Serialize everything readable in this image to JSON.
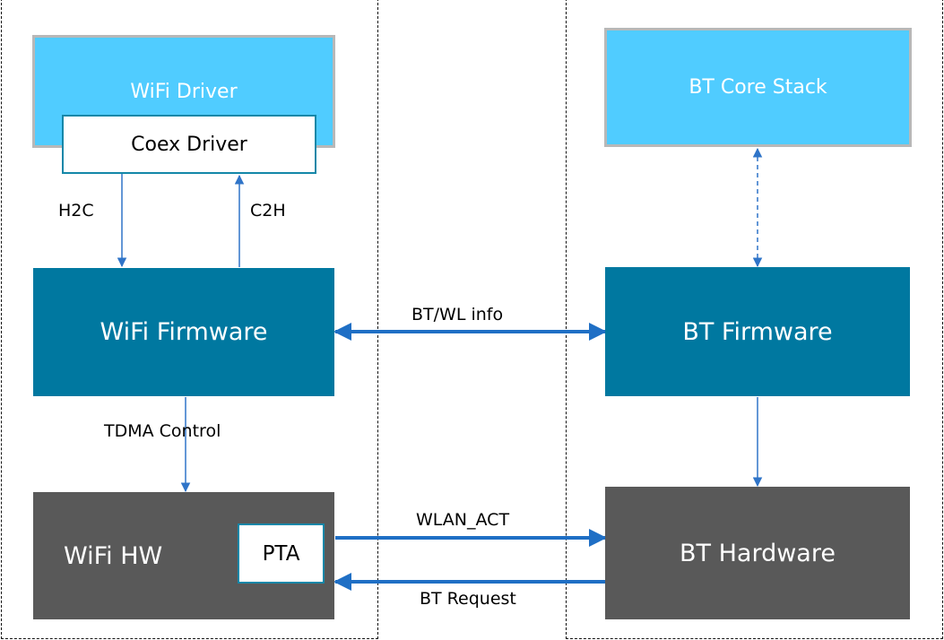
{
  "diagram": {
    "title": "",
    "regions": {
      "left": "",
      "right": ""
    },
    "boxes": {
      "wifi_driver": "WiFi Driver",
      "coex_driver": "Coex Driver",
      "wifi_firmware": "WiFi Firmware",
      "wifi_hw": "WiFi HW",
      "pta": "PTA",
      "bt_core_stack": "BT Core Stack",
      "bt_firmware": "BT Firmware",
      "bt_hardware": "BT Hardware"
    },
    "labels": {
      "h2c": "H2C",
      "c2h": "C2H",
      "tdma_control": "TDMA Control",
      "bt_wl_info": "BT/WL info",
      "wlan_act": "WLAN_ACT",
      "bt_request": "BT Request"
    },
    "colors": {
      "light_blue": "#50ccff",
      "firmware_blue": "#0078a0",
      "hardware_gray": "#595959",
      "arrow_blue": "#2f74c8"
    },
    "connections": [
      {
        "from": "coex_driver",
        "to": "wifi_firmware",
        "label": "H2C",
        "direction": "forward"
      },
      {
        "from": "wifi_firmware",
        "to": "coex_driver",
        "label": "C2H",
        "direction": "forward"
      },
      {
        "from": "wifi_firmware",
        "to": "bt_firmware",
        "label": "BT/WL info",
        "direction": "bidirectional"
      },
      {
        "from": "wifi_firmware",
        "to": "wifi_hw",
        "label": "TDMA Control",
        "direction": "forward"
      },
      {
        "from": "bt_core_stack",
        "to": "bt_firmware",
        "label": "",
        "direction": "bidirectional-dashed"
      },
      {
        "from": "bt_firmware",
        "to": "bt_hardware",
        "label": "",
        "direction": "forward"
      },
      {
        "from": "pta",
        "to": "bt_hardware",
        "label": "WLAN_ACT",
        "direction": "forward"
      },
      {
        "from": "bt_hardware",
        "to": "pta",
        "label": "BT Request",
        "direction": "forward"
      }
    ]
  }
}
